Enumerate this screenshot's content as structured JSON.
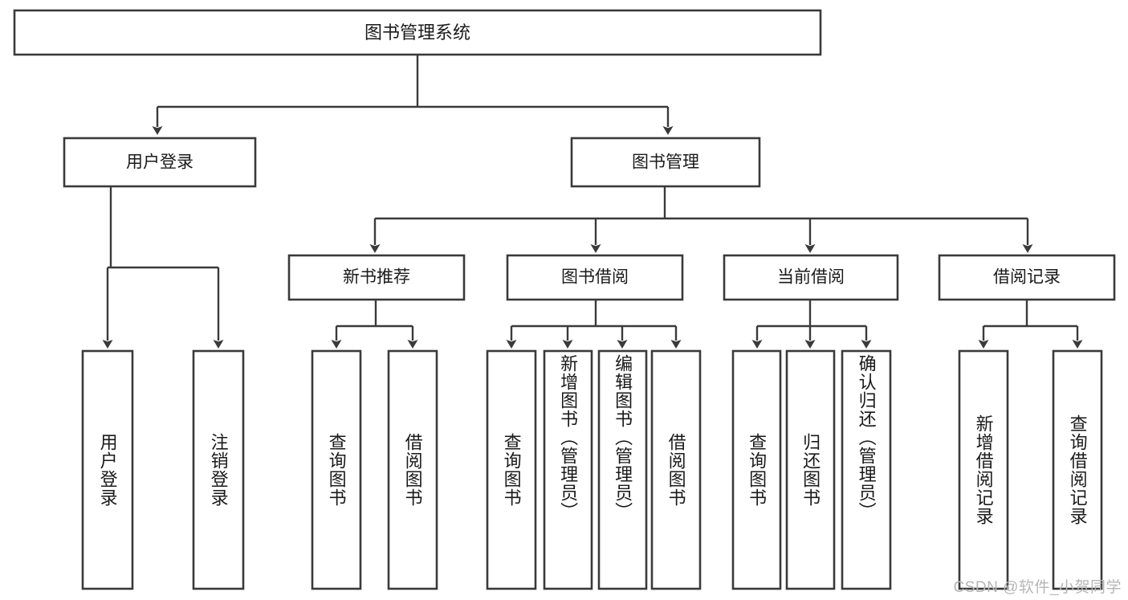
{
  "diagram": {
    "type": "tree-hierarchy",
    "title": "图书管理系统",
    "watermark": "CSDN @软件_小贺同学",
    "colors": {
      "stroke": "#3a3a3a",
      "fill": "#ffffff",
      "text": "#1a1a1a",
      "watermark": "#b6b6b6"
    },
    "levels": {
      "root": {
        "label": "图书管理系统"
      },
      "level2": [
        {
          "label": "用户登录"
        },
        {
          "label": "图书管理"
        }
      ],
      "level3": [
        {
          "label": "新书推荐"
        },
        {
          "label": "图书借阅"
        },
        {
          "label": "当前借阅"
        },
        {
          "label": "借阅记录"
        }
      ],
      "leaves": {
        "user_login": [
          {
            "label": "用户登录"
          },
          {
            "label": "注销登录"
          }
        ],
        "new_book_recommend": [
          {
            "label": "查询图书"
          },
          {
            "label": "借阅图书"
          }
        ],
        "book_borrow": [
          {
            "label": "查询图书"
          },
          {
            "label": "新增图书（管理员）"
          },
          {
            "label": "编辑图书（管理员）"
          },
          {
            "label": "借阅图书"
          }
        ],
        "current_borrow": [
          {
            "label": "查询图书"
          },
          {
            "label": "归还图书"
          },
          {
            "label": "确认归还（管理员）"
          }
        ],
        "borrow_record": [
          {
            "label": "新增借阅记录"
          },
          {
            "label": "查询借阅记录"
          }
        ]
      }
    }
  }
}
